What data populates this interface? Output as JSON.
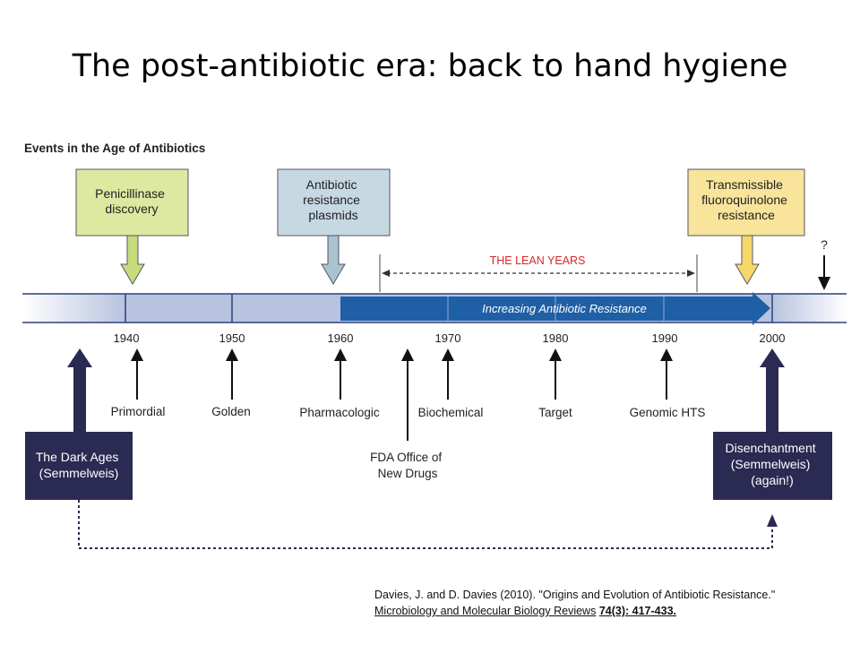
{
  "slide": {
    "title": "The post-antibiotic era: back to hand hygiene"
  },
  "figure": {
    "heading": "Events in the Age of Antibiotics",
    "top_boxes": [
      {
        "lines": [
          "Penicillinase",
          "discovery"
        ],
        "fill": "#dde8a1",
        "arrow_fill": "#c6dc7c"
      },
      {
        "lines": [
          "Antibiotic",
          "resistance",
          "plasmids"
        ],
        "fill": "#c6d8e2",
        "arrow_fill": "#a9c3cf"
      },
      {
        "lines": [
          "Transmissible",
          "fluoroquinolone",
          "resistance"
        ],
        "fill": "#f8e49a",
        "arrow_fill": "#f6d86a"
      }
    ],
    "question_mark": "?",
    "lean_years": "THE LEAN YEARS",
    "resistance_arrow": "Increasing Antibiotic Resistance",
    "years": [
      "1940",
      "1950",
      "1960",
      "1970",
      "1980",
      "1990",
      "2000"
    ],
    "eras": [
      "Primordial",
      "Golden",
      "Pharmacologic",
      "Biochemical",
      "Target",
      "Genomic HTS"
    ],
    "fda": [
      "FDA Office of",
      "New Drugs"
    ],
    "dark_ages": [
      "The Dark Ages",
      "(Semmelweis)"
    ],
    "disenchantment": [
      "Disenchantment",
      "(Semmelweis)",
      "(again!)"
    ],
    "colors": {
      "navy": "#2b2a52",
      "timeline_blue": "#1f5fa5",
      "timeline_band": "#b8c3df",
      "lean_red": "#d9252a"
    }
  },
  "citation": {
    "part1": "Davies, J. and D. Davies (2010). \"Origins and Evolution of Antibiotic Resistance.\" ",
    "journal": "Microbiology and Molecular Biology Reviews",
    "space": " ",
    "volume": "74(3): 417-433."
  }
}
